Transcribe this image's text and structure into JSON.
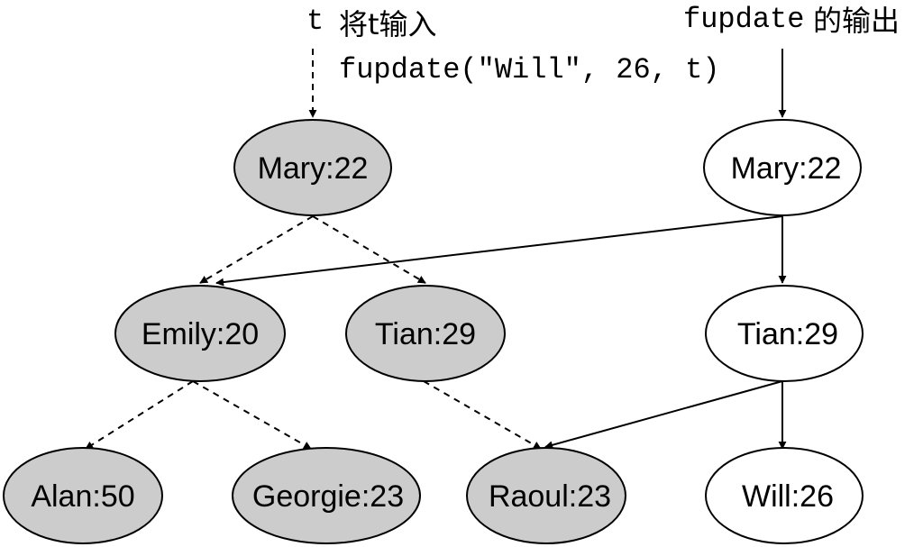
{
  "annotations": {
    "input_var": "t",
    "input_caption": "将t输入",
    "call_expression": "fupdate(\"Will\", 26, t)",
    "output_fn": "fupdate",
    "output_caption": "的输出"
  },
  "old_tree": {
    "fill": "#cccccc",
    "nodes": [
      "Mary:22",
      "Emily:20",
      "Tian:29",
      "Alan:50",
      "Georgie:23",
      "Raoul:23"
    ]
  },
  "new_tree": {
    "fill": "#ffffff",
    "nodes": [
      "Mary:22",
      "Tian:29",
      "Will:26"
    ]
  }
}
